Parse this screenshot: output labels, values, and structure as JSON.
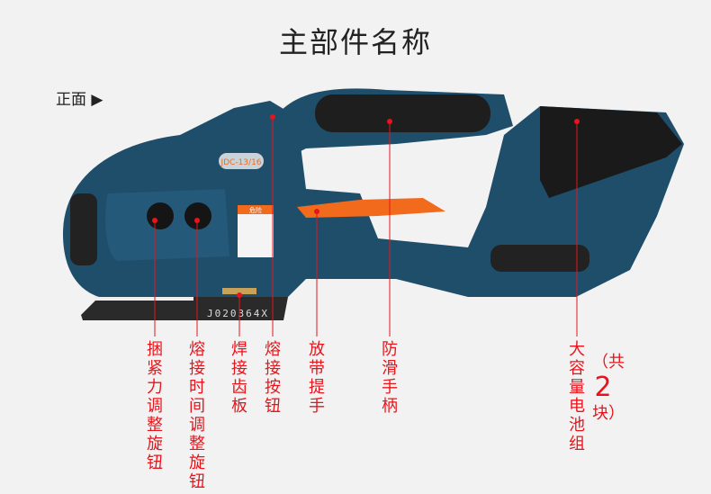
{
  "title": "主部件名称",
  "view_label": "正面 ▶",
  "product": {
    "model_badge": "JDC-13/16",
    "serial": "J020364X",
    "warning_label": "危险"
  },
  "colors": {
    "body": "#1f4e6b",
    "accent": "#f26a1b",
    "callout": "#e8141c"
  },
  "callouts": [
    {
      "id": "tension-knob",
      "label": "捆紧力调整旋钮"
    },
    {
      "id": "weld-time-knob",
      "label": "熔接时间调整旋钮"
    },
    {
      "id": "weld-tooth-plate",
      "label": "焊接齿板"
    },
    {
      "id": "weld-button",
      "label": "熔接按钮"
    },
    {
      "id": "strap-release-lever",
      "label": "放带提手"
    },
    {
      "id": "anti-slip-handle",
      "label": "防滑手柄"
    },
    {
      "id": "battery-pack",
      "label": "大容量电池组",
      "note_prefix": "（共",
      "note_count": "2",
      "note_suffix": "块）"
    }
  ]
}
